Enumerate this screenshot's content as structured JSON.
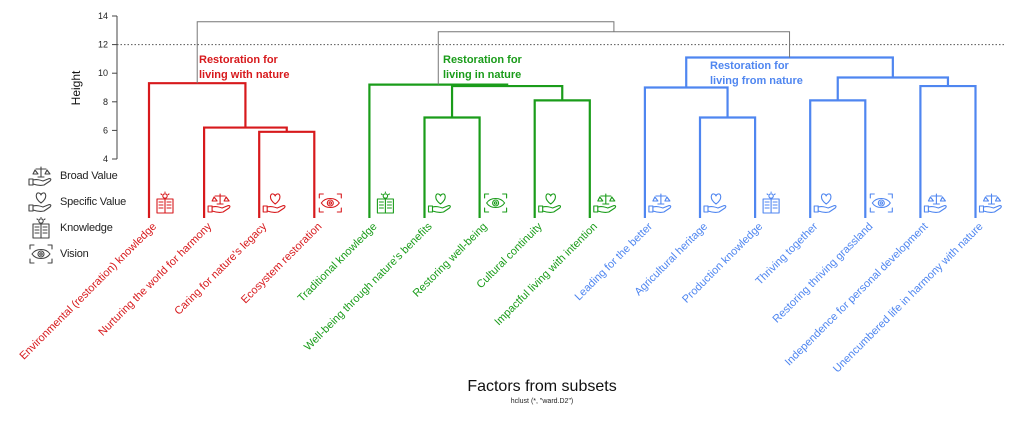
{
  "chart_data": {
    "type": "dendrogram",
    "method": "hclust (*, \"ward.D2\")",
    "xlabel": "Factors from subsets",
    "subtitle": "hclust (*, \"ward.D2\")",
    "ylabel": "Height",
    "ylim": [
      4,
      14
    ],
    "yticks": [
      4,
      6,
      8,
      10,
      12,
      14
    ],
    "cut_height": 12,
    "clusters": [
      {
        "id": "red",
        "label_line1": "Restoration for",
        "label_line2": "living with nature",
        "color": "#d7191c"
      },
      {
        "id": "green",
        "label_line1": "Restoration for",
        "label_line2": "living in nature",
        "color": "#1a9c1a"
      },
      {
        "id": "blue",
        "label_line1": "Restoration for",
        "label_line2": "living from nature",
        "color": "#4f86f0"
      }
    ],
    "leaves": [
      {
        "label": "Environmental (restoration) knowledge",
        "cluster": "red",
        "icon": "knowledge"
      },
      {
        "label": "Nurturing the world for harmony",
        "cluster": "red",
        "icon": "broad-value"
      },
      {
        "label": "Caring for nature's legacy",
        "cluster": "red",
        "icon": "specific-value"
      },
      {
        "label": "Ecosystem restoration",
        "cluster": "red",
        "icon": "vision"
      },
      {
        "label": "Traditional knowledge",
        "cluster": "green",
        "icon": "knowledge"
      },
      {
        "label": "Well-being through nature's benefits",
        "cluster": "green",
        "icon": "specific-value"
      },
      {
        "label": "Restoring well-being",
        "cluster": "green",
        "icon": "vision"
      },
      {
        "label": "Cultural continuity",
        "cluster": "green",
        "icon": "specific-value"
      },
      {
        "label": "Impactful living with intention",
        "cluster": "green",
        "icon": "broad-value"
      },
      {
        "label": "Leading for the better",
        "cluster": "blue",
        "icon": "broad-value"
      },
      {
        "label": "Agricultural heritage",
        "cluster": "blue",
        "icon": "specific-value"
      },
      {
        "label": "Production knowledge",
        "cluster": "blue",
        "icon": "knowledge"
      },
      {
        "label": "Thriving together",
        "cluster": "blue",
        "icon": "specific-value"
      },
      {
        "label": "Restoring thriving grassland",
        "cluster": "blue",
        "icon": "vision"
      },
      {
        "label": "Independence for personal development",
        "cluster": "blue",
        "icon": "broad-value"
      },
      {
        "label": "Unencumbered life in harmony with nature",
        "cluster": "blue",
        "icon": "broad-value"
      }
    ],
    "merges": [
      {
        "id": "m1",
        "left": "L2",
        "right": "L3",
        "height": 5.9
      },
      {
        "id": "m2",
        "left": "L1",
        "right": "m1",
        "height": 6.2
      },
      {
        "id": "m3",
        "left": "L0",
        "right": "m2",
        "height": 9.3
      },
      {
        "id": "m4",
        "left": "L5",
        "right": "L6",
        "height": 6.9
      },
      {
        "id": "m5",
        "left": "L7",
        "right": "L8",
        "height": 8.1
      },
      {
        "id": "m6",
        "left": "m4",
        "right": "m5",
        "height": 9.1
      },
      {
        "id": "m7",
        "left": "L4",
        "right": "m6",
        "height": 9.2
      },
      {
        "id": "m8",
        "left": "L10",
        "right": "L11",
        "height": 6.9
      },
      {
        "id": "m9",
        "left": "L9",
        "right": "m8",
        "height": 9.0
      },
      {
        "id": "m10",
        "left": "L12",
        "right": "L13",
        "height": 8.1
      },
      {
        "id": "m11",
        "left": "L14",
        "right": "L15",
        "height": 9.1
      },
      {
        "id": "m12",
        "left": "m10",
        "right": "m11",
        "height": 9.7
      },
      {
        "id": "m13",
        "left": "m9",
        "right": "m12",
        "height": 11.1
      },
      {
        "id": "m14",
        "left": "m7",
        "right": "m13",
        "height": 12.9
      },
      {
        "id": "m15",
        "left": "m3",
        "right": "m14",
        "height": 13.6
      }
    ],
    "cluster_roots": {
      "red": "m3",
      "green": "m7",
      "blue": "m13"
    },
    "root_color": "#777777"
  },
  "legend": [
    {
      "icon": "broad-value",
      "label": "Broad Value"
    },
    {
      "icon": "specific-value",
      "label": "Specific Value"
    },
    {
      "icon": "knowledge",
      "label": "Knowledge"
    },
    {
      "icon": "vision",
      "label": "Vision"
    }
  ]
}
